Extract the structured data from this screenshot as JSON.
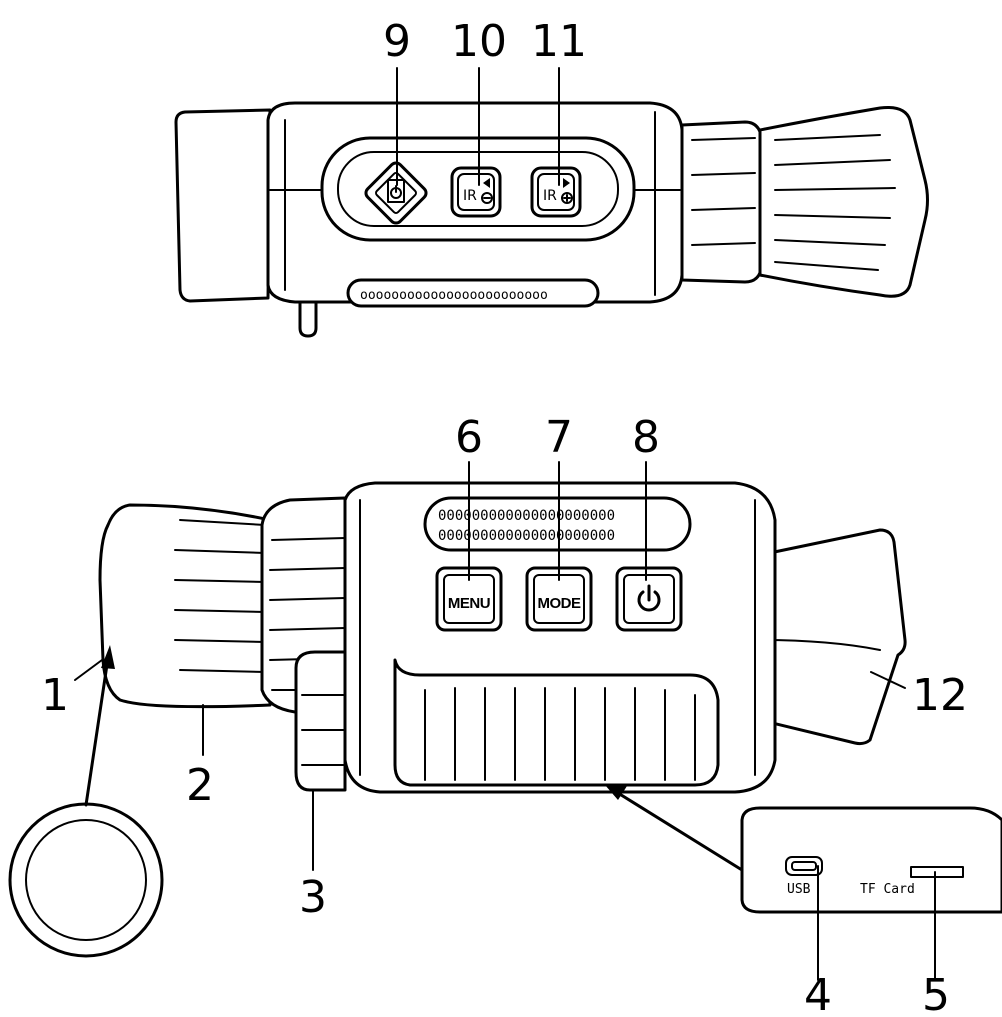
{
  "callouts": {
    "c1": "1",
    "c2": "2",
    "c3": "3",
    "c4": "4",
    "c5": "5",
    "c6": "6",
    "c7": "7",
    "c8": "8",
    "c9": "9",
    "c10": "10",
    "c11": "11",
    "c12": "12"
  },
  "buttons": {
    "menu": "MENU",
    "mode": "MODE"
  },
  "ports": {
    "usb": "USB",
    "tf": "TF Card"
  },
  "icons": {
    "power_front": "power-icon",
    "power_top": "power-icon",
    "ir_down": "ir-decrease-icon",
    "ir_up": "ir-increase-icon",
    "lens_cap": "lens-cap-icon",
    "arrow": "pointer-arrow-icon"
  }
}
